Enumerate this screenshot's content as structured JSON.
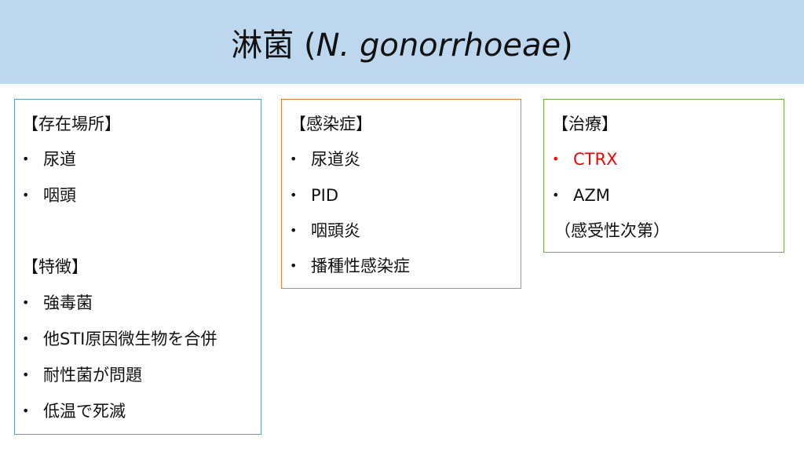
{
  "title": {
    "main": "淋菌 (",
    "italic": "N. gonorrhoeae",
    "close": ")"
  },
  "boxes": {
    "location": {
      "color": "#5B9BD5",
      "heading": "【存在場所】",
      "items": [
        "尿道",
        "咽頭"
      ],
      "heading2": "【特徴】",
      "items2": [
        "強毒菌",
        "他STI原因微生物を合併",
        "耐性菌が問題",
        "低温で死滅"
      ]
    },
    "infection": {
      "color": "#ED7D31",
      "heading": "【感染症】",
      "items": [
        "尿道炎",
        "PID",
        "咽頭炎",
        "播種性感染症"
      ]
    },
    "treatment": {
      "color": "#70AD47",
      "heading": "【治療】",
      "items": [
        "CTRX",
        "AZM"
      ],
      "highlight_color": "#FF0000",
      "note": "（感受性次第）"
    }
  }
}
